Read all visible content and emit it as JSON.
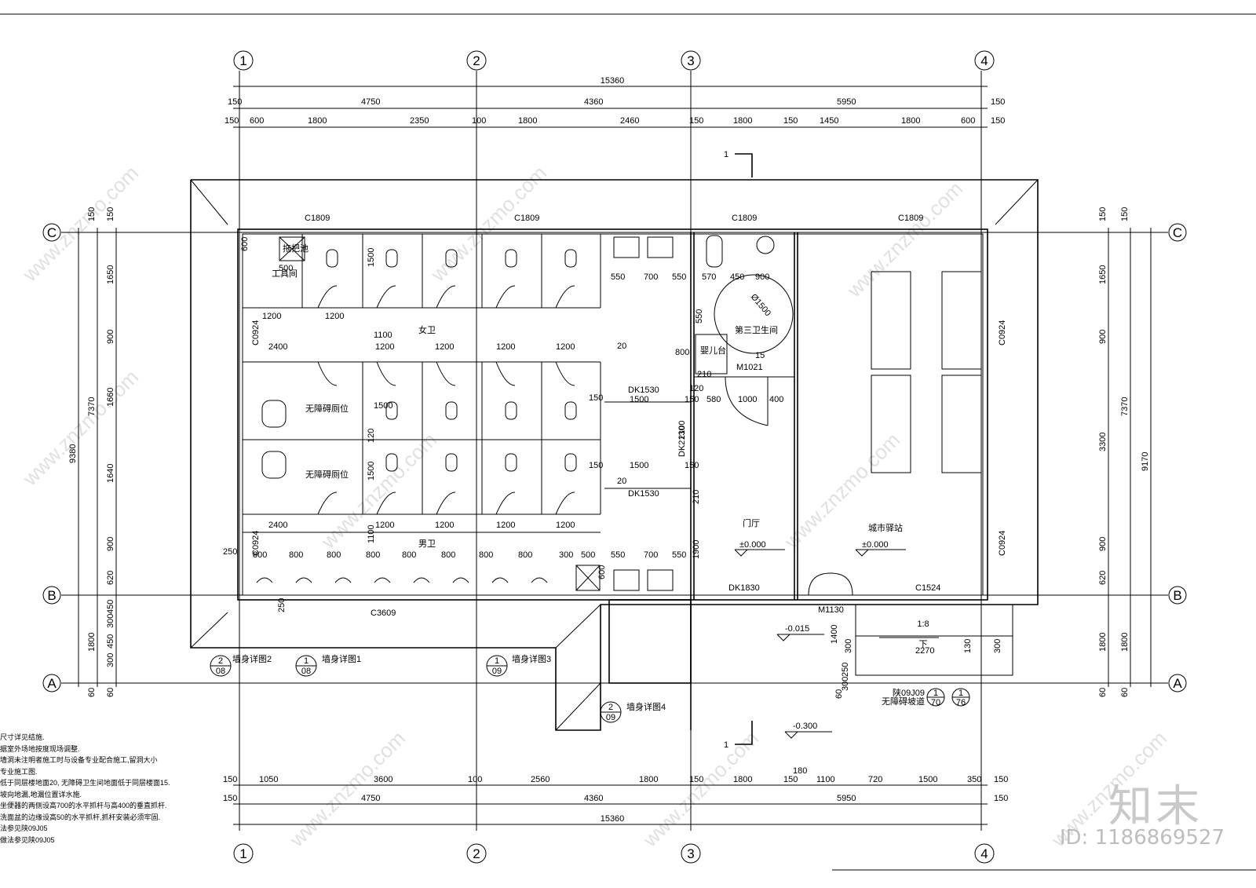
{
  "axes": {
    "numbers": [
      "1",
      "2",
      "3",
      "4"
    ],
    "letters": [
      "A",
      "B",
      "C"
    ]
  },
  "top_dims": {
    "total": "15360",
    "row1": [
      "150",
      "4750",
      "4360",
      "5950",
      "150"
    ],
    "row2": [
      "150",
      "600",
      "1800",
      "2350",
      "100",
      "1800",
      "2460",
      "150",
      "1800",
      "150",
      "1450",
      "1800",
      "600",
      "150"
    ]
  },
  "bottom_dims": {
    "total": "15360",
    "row1": [
      "150",
      "1050",
      "3600",
      "100",
      "2560",
      "1800",
      "150",
      "1800",
      "150",
      "180",
      "1100",
      "720",
      "1500",
      "350",
      "150"
    ],
    "row2": [
      "150",
      "4750",
      "4360",
      "5950",
      "150"
    ]
  },
  "left_dims": {
    "outer": "9380",
    "mid": "7370",
    "mid_lower": "1800",
    "inner": [
      "150",
      "150",
      "1650",
      "900",
      "1660",
      "1640",
      "900",
      "620",
      "450",
      "300",
      "450",
      "300",
      "60",
      "60"
    ]
  },
  "right_dims": {
    "outer": "9170",
    "mid": "7370",
    "mid_lower": "1800",
    "inner": [
      "150",
      "150",
      "1650",
      "900",
      "3300",
      "900",
      "620",
      "1800",
      "60",
      "60"
    ]
  },
  "windows": [
    "C1809",
    "C1809",
    "C1809",
    "C1809",
    "C0924",
    "C0924",
    "C0924",
    "C0924",
    "C3609",
    "C1524"
  ],
  "doors": [
    "DK1530",
    "DK1530",
    "DK2130",
    "DK1830",
    "M1021",
    "M1130"
  ],
  "rooms": {
    "tool_room": "工具间",
    "mop_pool": "拖把池",
    "women": "女卫",
    "men": "男卫",
    "accessible_1": "无障碍厕位",
    "accessible_2": "无障碍厕位",
    "third_toilet": "第三卫生间",
    "baby_table": "婴儿台",
    "lobby": "门厅",
    "station": "城市驿站",
    "diameter": "Ø1500"
  },
  "elevations": {
    "lobby": "±0.000",
    "station": "±0.000",
    "step": "-0.015",
    "exterior": "-0.300"
  },
  "ramp": {
    "slope": "1:8",
    "down": "下",
    "ref": "陕09J09",
    "ref_sub": "无障碍坡道",
    "ref_a": "1",
    "ref_a_sheet": "70",
    "ref_b": "1",
    "ref_b_sheet": "76"
  },
  "section": "1",
  "inner_dims": [
    "500",
    "600",
    "1200",
    "1200",
    "1500",
    "1100",
    "2400",
    "1200",
    "1200",
    "1200",
    "1200",
    "1500",
    "120",
    "1500",
    "2400",
    "1200",
    "1200",
    "1200",
    "1200",
    "1100",
    "800",
    "800",
    "800",
    "800",
    "800",
    "800",
    "800",
    "800",
    "300",
    "500",
    "550",
    "700",
    "550",
    "550",
    "700",
    "550",
    "570",
    "450",
    "900",
    "550",
    "800",
    "210",
    "15",
    "150",
    "1500",
    "150",
    "120",
    "580",
    "1000",
    "400",
    "2100",
    "150",
    "1500",
    "150",
    "20",
    "20",
    "210",
    "1900",
    "600",
    "250",
    "250",
    "1400",
    "300",
    "2270",
    "130",
    "300",
    "300",
    "250",
    "60"
  ],
  "details": [
    {
      "num": "2",
      "sheet": "08",
      "label": "墙身详图2"
    },
    {
      "num": "1",
      "sheet": "08",
      "label": "墙身详图1"
    },
    {
      "num": "1",
      "sheet": "09",
      "label": "墙身详图3"
    },
    {
      "num": "2",
      "sheet": "09",
      "label": "墙身详图4"
    }
  ],
  "notes": [
    "尺寸详见结施.",
    "据室外场地按度现场调整.",
    "墙洞未注明者施工时与设备专业配合施工,留洞大小",
    "专业施工图.",
    "低于同层楼地面20, 无障碍卫生间地面低于同层楼面15.",
    "坡向地漏,地漏位置详水施.",
    "坐便器的两侧设高700的水平抓杆与高400的垂直抓杆.",
    "洗面盆的边缘设高50的水平抓杆,抓杆安装必须牢固.",
    "法参见陕09J05",
    "做法参见陕09J05"
  ],
  "watermark": "www.znzmo.com",
  "brand": "知末",
  "id_label": "ID: 1186869527"
}
